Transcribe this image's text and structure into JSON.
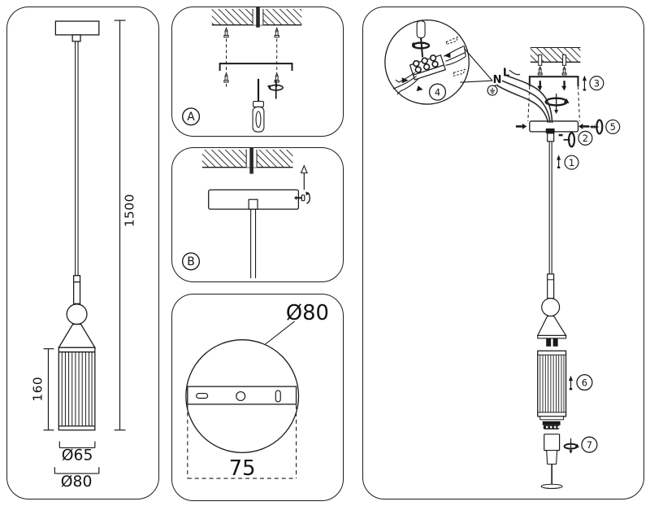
{
  "dimension_panel": {
    "cable_length": "1500",
    "shade_height": "160",
    "shade_diameter": "Ø65",
    "canopy_diameter": "Ø80"
  },
  "step_a": {
    "label": "A"
  },
  "step_b": {
    "label": "B"
  },
  "canopy_top_view": {
    "diameter": "Ø80",
    "hole_spacing": "75"
  },
  "assembly": {
    "wiring": {
      "neutral": "N",
      "live": "L"
    },
    "steps": [
      "1",
      "2",
      "3",
      "4",
      "5",
      "6",
      "7"
    ]
  }
}
